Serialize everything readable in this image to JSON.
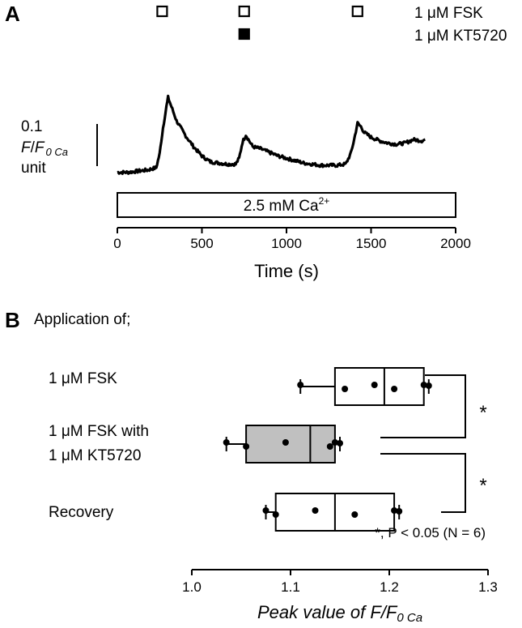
{
  "panel_a": {
    "letter": "A",
    "legend": [
      {
        "label": "1 μM FSK",
        "marker": "open-square",
        "times_s": [
          265,
          750,
          1420
        ]
      },
      {
        "label": "1 μM KT5720",
        "marker": "filled-square",
        "times_s": [
          750
        ]
      }
    ],
    "scale_bar": {
      "value": "0.1",
      "unit": "unit",
      "ratio_main": "F",
      "ratio_sep": "/",
      "ratio_den": "F",
      "ratio_sub": "0 Ca"
    },
    "bath_label_main": "2.5 mM Ca",
    "bath_label_sup": "2+",
    "bath_start_s": 0,
    "bath_end_s": 2000
  },
  "panel_b": {
    "letter": "B",
    "heading": "Application of;",
    "groups": [
      {
        "label_lines": [
          "1 μM FSK"
        ]
      },
      {
        "label_lines": [
          "1 μM FSK with",
          "1 μM KT5720"
        ]
      },
      {
        "label_lines": [
          "Recovery"
        ]
      }
    ],
    "significance": [
      {
        "label": "*",
        "between": [
          0,
          1
        ]
      },
      {
        "label": "*",
        "between": [
          1,
          2
        ]
      }
    ],
    "note": "*, P < 0.05 (N = 6)"
  },
  "colors": {
    "ink": "#000000",
    "box_fill_treated": "#c0c0c0",
    "box_fill_other": "#ffffff"
  },
  "chart_data": [
    {
      "type": "line",
      "xlabel": "Time (s)",
      "ylabel": "",
      "xlim": [
        0,
        2000
      ],
      "xticks": [
        0,
        500,
        1000,
        1500,
        2000
      ],
      "ylim": [
        0.9,
        1.35
      ],
      "grid": false,
      "series": [
        {
          "x": [
            0,
            60,
            120,
            180,
            230,
            250,
            270,
            290,
            300,
            320,
            350,
            400,
            450,
            500,
            550,
            600,
            650,
            700,
            720,
            740,
            760,
            775,
            800,
            850,
            900,
            950,
            1000,
            1050,
            1100,
            1150,
            1200,
            1250,
            1300,
            1350,
            1380,
            1400,
            1420,
            1440,
            1460,
            1500,
            1550,
            1600,
            1650,
            1700,
            1750,
            1800,
            1820
          ],
          "y": [
            0.96,
            0.96,
            0.965,
            0.97,
            0.98,
            1.04,
            1.15,
            1.24,
            1.28,
            1.24,
            1.18,
            1.12,
            1.07,
            1.03,
            1.005,
            1.0,
            0.995,
            0.995,
            1.02,
            1.09,
            1.12,
            1.1,
            1.07,
            1.06,
            1.045,
            1.03,
            1.02,
            1.01,
            1.0,
            0.995,
            0.99,
            0.99,
            0.99,
            0.995,
            1.04,
            1.1,
            1.17,
            1.155,
            1.13,
            1.11,
            1.095,
            1.085,
            1.08,
            1.085,
            1.1,
            1.095,
            1.1
          ]
        }
      ]
    },
    {
      "type": "box",
      "xlabel": "Peak value of F/F0 Ca",
      "xlim": [
        1.0,
        1.3
      ],
      "xticks": [
        "1.0",
        "1.1",
        "1.2",
        "1.3"
      ],
      "series": [
        {
          "name": "1 μM FSK",
          "whisker_low": 1.11,
          "q1": 1.145,
          "median": 1.195,
          "q3": 1.235,
          "whisker_high": 1.24,
          "points": [
            1.11,
            1.155,
            1.185,
            1.205,
            1.235,
            1.24
          ]
        },
        {
          "name": "1 μM FSK with 1 μM KT5720",
          "whisker_low": 1.035,
          "q1": 1.055,
          "median": 1.12,
          "q3": 1.145,
          "whisker_high": 1.15,
          "points": [
            1.035,
            1.055,
            1.095,
            1.14,
            1.145,
            1.15
          ]
        },
        {
          "name": "Recovery",
          "whisker_low": 1.075,
          "q1": 1.085,
          "median": 1.145,
          "q3": 1.205,
          "whisker_high": 1.21,
          "points": [
            1.075,
            1.085,
            1.125,
            1.165,
            1.205,
            1.21
          ]
        }
      ]
    }
  ]
}
